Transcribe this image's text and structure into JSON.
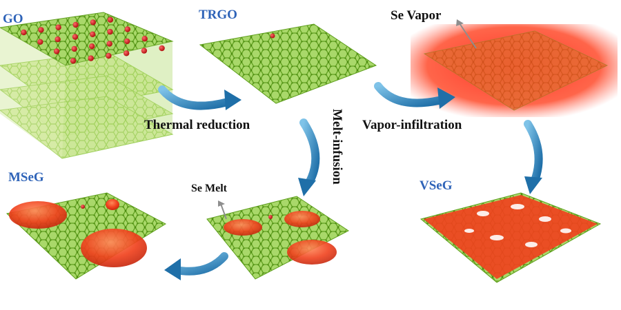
{
  "labels": {
    "go": "GO",
    "trgo": "TRGO",
    "se_vapor": "Se Vapor",
    "thermal_reduction": "Thermal reduction",
    "melt_infusion": "Melt-infusion",
    "vapor_infiltration": "Vapor-infiltration",
    "mseg": "MSeG",
    "se_melt": "Se Melt",
    "vseg": "VSeG"
  },
  "colors": {
    "sheet_green": "#8cc63f",
    "node_green": "#5f9f1e",
    "oxygen_red": "#d11f1f",
    "selenium_red": "#f0421e",
    "arrow_blue": "#2a7fb8",
    "label_blue": "#2e63b8"
  }
}
